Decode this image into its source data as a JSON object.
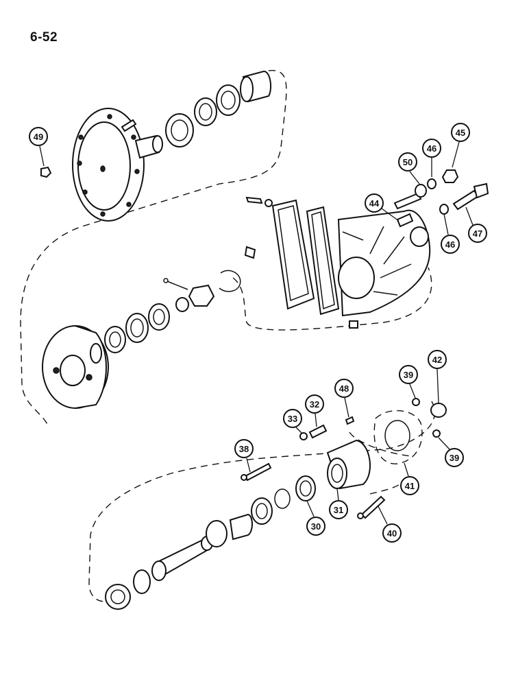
{
  "page": {
    "number": "6-52"
  },
  "callouts": [
    {
      "id": "c49",
      "label": "49"
    },
    {
      "id": "c50",
      "label": "50"
    },
    {
      "id": "c46a",
      "label": "46"
    },
    {
      "id": "c45",
      "label": "45"
    },
    {
      "id": "c44",
      "label": "44"
    },
    {
      "id": "c46b",
      "label": "46"
    },
    {
      "id": "c47",
      "label": "47"
    },
    {
      "id": "c42",
      "label": "42"
    },
    {
      "id": "c39a",
      "label": "39"
    },
    {
      "id": "c48",
      "label": "48"
    },
    {
      "id": "c32",
      "label": "32"
    },
    {
      "id": "c33",
      "label": "33"
    },
    {
      "id": "c38",
      "label": "38"
    },
    {
      "id": "c39b",
      "label": "39"
    },
    {
      "id": "c41",
      "label": "41"
    },
    {
      "id": "c31",
      "label": "31"
    },
    {
      "id": "c30",
      "label": "30"
    },
    {
      "id": "c40",
      "label": "40"
    }
  ]
}
